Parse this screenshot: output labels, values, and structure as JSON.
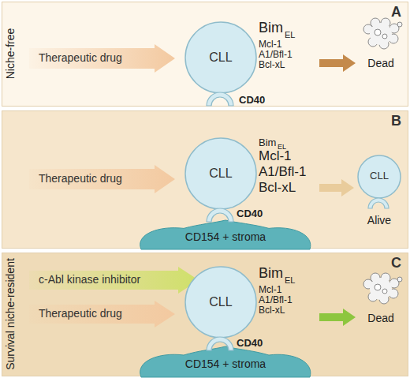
{
  "diagram": {
    "nodes": [
      {
        "text": [
          "A"
        ]
      },
      {
        "text": [
          "Therapeutic drug"
        ],
        "in": 0
      },
      {
        "text": [
          "CLL"
        ],
        "in": 0
      },
      {
        "text": [
          "Dead"
        ],
        "in": 0
      },
      {
        "text": [
          "B"
        ]
      },
      {
        "text": [
          "Therapeutic drug"
        ],
        "in": 4
      },
      {
        "text": [
          "CLL"
        ],
        "in": 4
      },
      {
        "text": [
          "CLL",
          "Alive"
        ],
        "in": 4
      },
      {
        "text": [
          "CD154 + stroma"
        ],
        "in": 4
      },
      {
        "text": [
          "C"
        ]
      },
      {
        "text": [
          "c-Abl kinase inhibitor"
        ],
        "in": 9
      },
      {
        "text": [
          "Therapeutic drug"
        ],
        "in": 9
      },
      {
        "text": [
          "CLL"
        ],
        "in": 9
      },
      {
        "text": [
          "Dead"
        ],
        "in": 9
      },
      {
        "text": [
          "CD154 + stroma"
        ],
        "in": 9
      }
    ],
    "edges": [
      {
        "from": 2,
        "to": 3,
        "arrow": "to"
      },
      {
        "from": 6,
        "to": 7,
        "arrow": "to"
      },
      {
        "from": 12,
        "to": 13,
        "arrow": "to"
      }
    ],
    "labels": [
      "Niche-free",
      "Survival niche-resident",
      "Bim",
      "EL",
      "Mcl-1",
      "A1/Bfl-1",
      "Bcl-xL",
      "CD40",
      "Bim",
      "EL",
      "Mcl-1",
      "A1/Bfl-1",
      "Bcl-xL",
      "CD40",
      "Bim",
      "EL",
      "Mcl-1",
      "A1/Bfl-1",
      "Bcl-xL",
      "CD40"
    ]
  }
}
